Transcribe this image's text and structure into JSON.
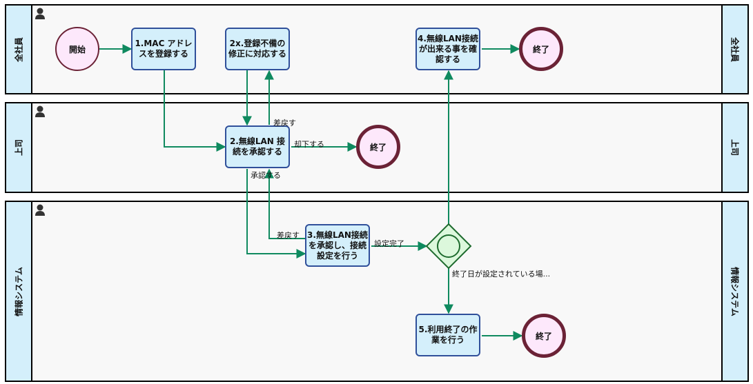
{
  "lanes": [
    {
      "label": "全社員"
    },
    {
      "label": "上司"
    },
    {
      "label": "情報システム"
    }
  ],
  "nodes": {
    "start": {
      "label": "開始"
    },
    "task1": {
      "label": "1.MAC アドレスを登録する"
    },
    "task2x": {
      "label": "2x.登録不備の修正に対応する"
    },
    "task4": {
      "label": "4.無線LAN接続が出来る事を確認する"
    },
    "end1": {
      "label": "終了"
    },
    "task2": {
      "label": "2.無線LAN 接続を承認する"
    },
    "end2": {
      "label": "終了"
    },
    "task3": {
      "label": "3.無線LAN接続を承認し、接続設定を行う"
    },
    "gateway": {
      "label": ""
    },
    "task5": {
      "label": "5.利用終了の作業を行う"
    },
    "end3": {
      "label": "終了"
    }
  },
  "edge_labels": {
    "return_to_2x": "差戻す",
    "reject": "却下する",
    "approve": "承認する",
    "return_to_2": "差戻す",
    "setup_done": "設定完了",
    "end_date_set": "終了日が設定されている場..."
  },
  "colors": {
    "edge": "#0f8a5f",
    "task_fill": "#d4effb",
    "task_border": "#2f4f9a",
    "event_fill": "#fde8fb",
    "event_border": "#6b2236",
    "gateway_fill": "#dcf8dc",
    "gateway_border": "#1e6b2e"
  }
}
